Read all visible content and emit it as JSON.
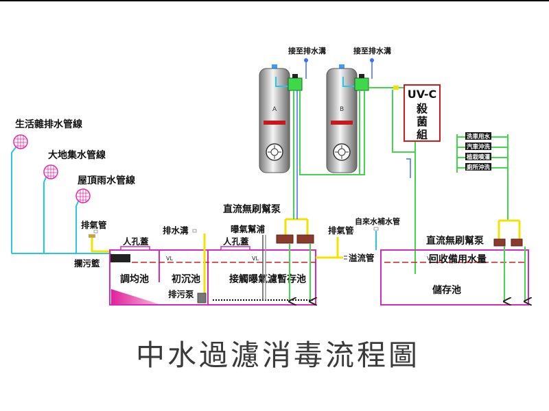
{
  "title": "中水過濾消毒流程圖",
  "top_labels": [
    "接至排水溝",
    "接至排水溝"
  ],
  "tanks": {
    "a": "A",
    "b": "B"
  },
  "uvc": {
    "line1": "UV-C",
    "line2": "殺",
    "line3": "菌",
    "line4": "組"
  },
  "inlets": [
    "生活雜排水管線",
    "大地集水管線",
    "屋頂雨水管線"
  ],
  "labels": {
    "vent_left": "排氣管",
    "screen_basket": "攔污籃",
    "manhole_1": "人孔蓋",
    "manhole_2": "人孔蓋",
    "drain": "排水溝",
    "aeration_pump": "曝氣幫浦",
    "dc_pump_left": "直流無刷幫泵",
    "vent_right": "排氣管",
    "tap_water": "自來水補水管",
    "overflow": "溢流管",
    "equalization": "調均池",
    "primary": "初沉池",
    "contact": "接觸曝氣濾暫存池",
    "sludge_pump": "排污泵",
    "dc_pump_right": "直流無刷幫泵",
    "recycled": "回收備用水量",
    "storage": "儲存池"
  },
  "water_level_marks": [
    "VL",
    "VL",
    "VL"
  ],
  "uses": [
    "洗車用水",
    "汽車沖洗",
    "植栽噴灌",
    "廁所沖洗"
  ],
  "colors": {
    "tank_outline": "#d42ab4",
    "water_level": "#d81818",
    "pipe_cyan": "#22c8e6",
    "pipe_green": "#3fd84a",
    "pipe_yellow": "#f2e200",
    "pump": "#8a3b2c",
    "uvc_border": "#d01a1a"
  }
}
